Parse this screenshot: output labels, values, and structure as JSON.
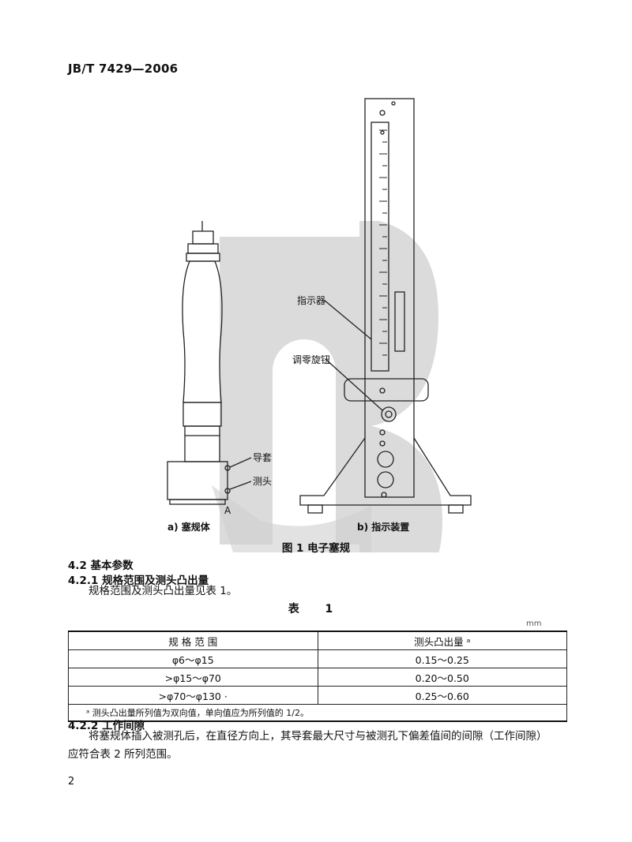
{
  "header": {
    "standard_no": "JB/T 7429—2006"
  },
  "figure": {
    "label_guide": "导套",
    "label_probe": "测头",
    "label_a": "A",
    "label_indicator": "指示器",
    "label_knob": "调零旋钮",
    "caption_a": "a) 塞规体",
    "caption_b": "b) 指示装置",
    "title": "图 1    电子塞规"
  },
  "sections": {
    "s42_title": "4.2   基本参数",
    "s421_title": "4.2.1   规格范围及测头凸出量",
    "s421_text": "规格范围及测头凸出量见表 1。",
    "s422_title": "4.2.2   工作间隙",
    "s422_text_1": "将塞规体插入被测孔后，在直径方向上，其导套最大尺寸与被测孔下偏差值间的间隙（工作间隙）",
    "s422_text_2": "应符合表 2 所列范围。"
  },
  "table1": {
    "title": "表 1",
    "unit": "mm",
    "headers": [
      "规 格 范 围",
      "测头凸出量 ᵃ"
    ],
    "rows": [
      [
        "φ6～φ15",
        "0.15～0.25"
      ],
      [
        ">φ15～φ70",
        "0.20～0.50"
      ],
      [
        ">φ70～φ130 ·",
        "0.25～0.60"
      ]
    ],
    "note": "ᵃ  测头凸出量所列值为双向值，单向值应为所列值的 1/2。"
  },
  "footer": {
    "page_number": "2"
  }
}
